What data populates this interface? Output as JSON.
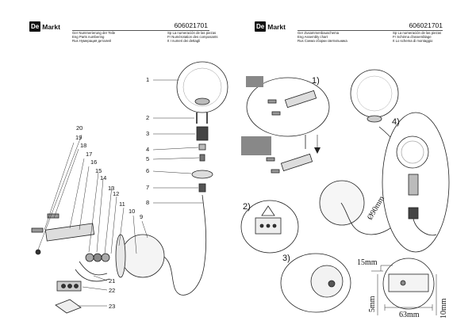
{
  "left": {
    "brand_box": "De",
    "brand_text": "Markt",
    "code": "606021701",
    "header_lines": [
      [
        "Ger  Nummerierung der Teile",
        "Sp  La numeración de las piezas"
      ],
      [
        "Eng  Parts numbering",
        "Fr  Numérotation des composants"
      ],
      [
        "Rus  Нумерация деталей",
        "It  I numeri dei dettagli"
      ]
    ],
    "part_numbers": [
      "1",
      "2",
      "3",
      "4",
      "5",
      "6",
      "7",
      "8",
      "9",
      "10",
      "11",
      "12",
      "13",
      "14",
      "15",
      "16",
      "17",
      "18",
      "19",
      "20",
      "21",
      "22",
      "23"
    ]
  },
  "right": {
    "brand_box": "De",
    "brand_text": "Markt",
    "code": "606021701",
    "header_lines": [
      [
        "Ger  Zusammenbauschema",
        "Sp  La numeración de las piezas"
      ],
      [
        "Eng  Assembly chart",
        "Fr  Schéma d'assemblage"
      ],
      [
        "Rus  Схема сборки светильника",
        "It  Lo schema di montaggio"
      ]
    ],
    "steps": [
      "1)",
      "2)",
      "3)",
      "4)"
    ],
    "dimensions": {
      "diameter": "Ø90mm",
      "width_a": "15mm",
      "height_a": "5mm",
      "width_b": "63mm",
      "height_b": "10mm"
    }
  }
}
